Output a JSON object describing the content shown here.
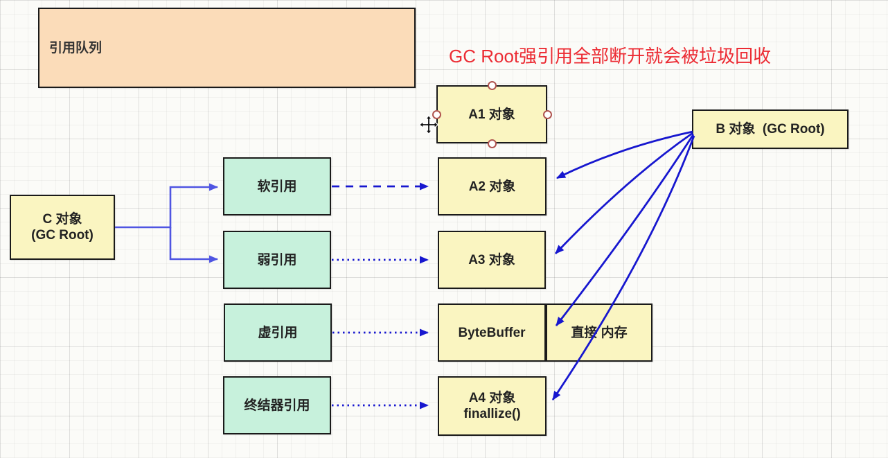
{
  "annotation": {
    "text": "GC Root强引用全部断开就会被垃圾回收",
    "color": "#EC2B33"
  },
  "nodes": {
    "ref_queue": {
      "label": "引用队列"
    },
    "a1": {
      "label": "A1 对象"
    },
    "b": {
      "label": "B 对象  (GC Root)"
    },
    "c": {
      "label": "C 对象",
      "sublabel": "(GC Root)"
    },
    "soft": {
      "label": "软引用"
    },
    "weak": {
      "label": "弱引用"
    },
    "phantom": {
      "label": "虚引用"
    },
    "finalizer": {
      "label": "终结器引用"
    },
    "a2": {
      "label": "A2 对象"
    },
    "a3": {
      "label": "A3 对象"
    },
    "bytebuffer": {
      "label": "ByteBuffer"
    },
    "direct_memory": {
      "label": "直接 内存"
    },
    "a4": {
      "label": "A4 对象",
      "sublabel": "finallize()"
    }
  },
  "edges": [
    {
      "from": "c",
      "to": "soft",
      "style": "solid"
    },
    {
      "from": "c",
      "to": "weak",
      "style": "solid"
    },
    {
      "from": "soft",
      "to": "a2",
      "style": "dashed"
    },
    {
      "from": "weak",
      "to": "a3",
      "style": "dotted"
    },
    {
      "from": "phantom",
      "to": "bytebuffer",
      "style": "dotted"
    },
    {
      "from": "finalizer",
      "to": "a4",
      "style": "dotted"
    },
    {
      "from": "b",
      "to": "a2",
      "style": "solid"
    },
    {
      "from": "b",
      "to": "a3",
      "style": "solid"
    },
    {
      "from": "b",
      "to": "direct_memory",
      "style": "solid"
    },
    {
      "from": "b",
      "to": "a4",
      "style": "solid"
    }
  ],
  "colors": {
    "node_yellow": "#FAF5C1",
    "node_green": "#C7F1DC",
    "node_peach": "#FBDCB9",
    "node_border": "#1A1A1A",
    "edge_blue": "#1717CF",
    "branch_blue": "#4F55E2",
    "annotation_red": "#EC2B33",
    "handle_outline": "#B0544F"
  }
}
